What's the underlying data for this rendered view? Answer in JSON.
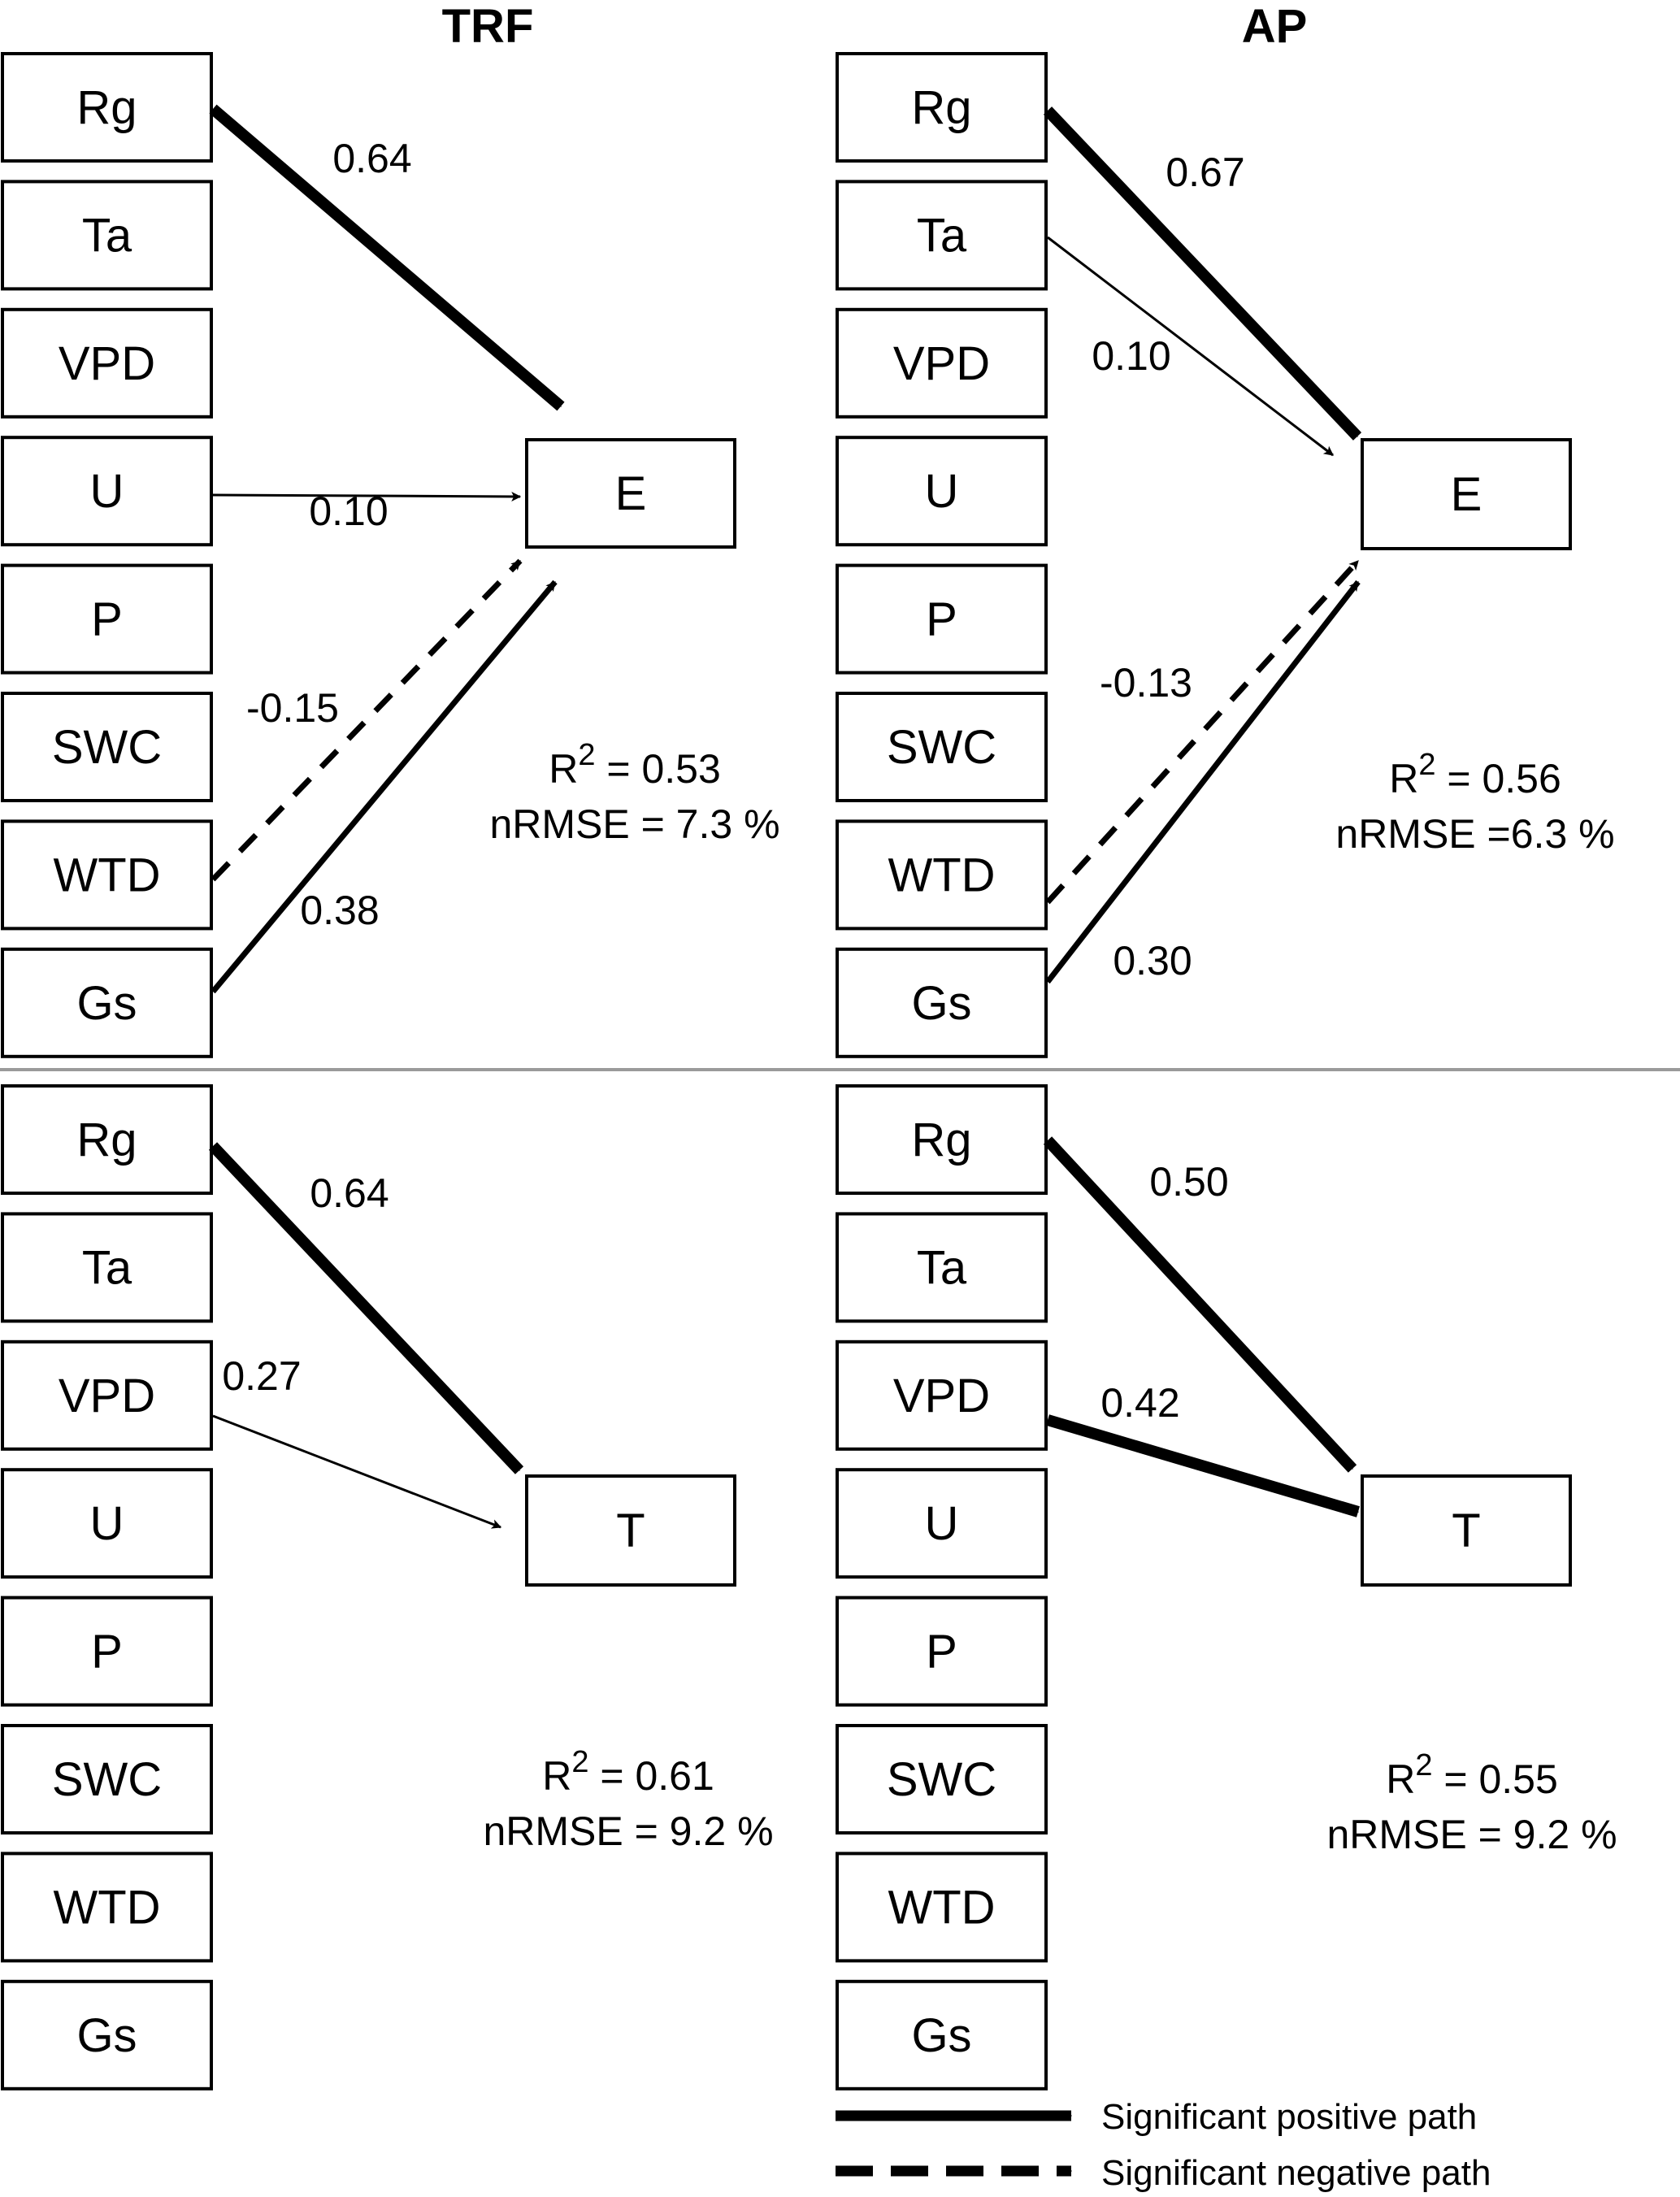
{
  "columns": {
    "trf": {
      "title": "TRF"
    },
    "ap": {
      "title": "AP"
    }
  },
  "predictors": [
    "Rg",
    "Ta",
    "VPD",
    "U",
    "P",
    "SWC",
    "WTD",
    "Gs"
  ],
  "panels": [
    {
      "id": "trf-e",
      "column": "trf",
      "target": "E",
      "r2_prefix": "R",
      "r2_exp": "2",
      "r2_value": " = 0.53",
      "nrmse": "nRMSE = 7.3 %",
      "paths": [
        {
          "from": "Rg",
          "coef": "0.64",
          "type": "positive",
          "weight": "heavy"
        },
        {
          "from": "U",
          "coef": "0.10",
          "type": "positive",
          "weight": "thin"
        },
        {
          "from": "WTD",
          "coef": "-0.15",
          "type": "negative",
          "weight": "medium"
        },
        {
          "from": "Gs",
          "coef": "0.38",
          "type": "positive",
          "weight": "medium"
        }
      ]
    },
    {
      "id": "ap-e",
      "column": "ap",
      "target": "E",
      "r2_prefix": "R",
      "r2_exp": "2",
      "r2_value": " = 0.56",
      "nrmse": "nRMSE =6.3 %",
      "paths": [
        {
          "from": "Rg",
          "coef": "0.67",
          "type": "positive",
          "weight": "heavy"
        },
        {
          "from": "Ta",
          "coef": "0.10",
          "type": "positive",
          "weight": "thin"
        },
        {
          "from": "WTD",
          "coef": "-0.13",
          "type": "negative",
          "weight": "medium"
        },
        {
          "from": "Gs",
          "coef": "0.30",
          "type": "positive",
          "weight": "medium"
        }
      ]
    },
    {
      "id": "trf-t",
      "column": "trf",
      "target": "T",
      "r2_prefix": "R",
      "r2_exp": "2",
      "r2_value": " = 0.61",
      "nrmse": "nRMSE = 9.2 %",
      "paths": [
        {
          "from": "Rg",
          "coef": "0.64",
          "type": "positive",
          "weight": "heavy"
        },
        {
          "from": "VPD",
          "coef": "0.27",
          "type": "positive",
          "weight": "thin"
        }
      ]
    },
    {
      "id": "ap-t",
      "column": "ap",
      "target": "T",
      "r2_prefix": "R",
      "r2_exp": "2",
      "r2_value": " = 0.55",
      "nrmse": "nRMSE = 9.2 %",
      "paths": [
        {
          "from": "Rg",
          "coef": "0.50",
          "type": "positive",
          "weight": "heavy"
        },
        {
          "from": "VPD",
          "coef": "0.42",
          "type": "positive",
          "weight": "heavy"
        }
      ]
    }
  ],
  "legend": {
    "positive": "Significant positive path",
    "negative": "Significant negative path"
  }
}
